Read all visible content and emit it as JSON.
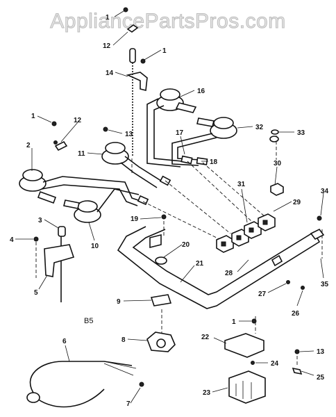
{
  "watermark": "AppliancePartsPros.com",
  "diagram_code": "B5",
  "callouts": [
    "1",
    "12",
    "1",
    "14",
    "16",
    "32",
    "33",
    "17",
    "18",
    "1",
    "12",
    "13",
    "2",
    "11",
    "30",
    "31",
    "29",
    "34",
    "3",
    "19",
    "4",
    "10",
    "20",
    "21",
    "28",
    "5",
    "9",
    "27",
    "35",
    "26",
    "8",
    "1",
    "22",
    "13",
    "6",
    "24",
    "25",
    "23",
    "7"
  ]
}
